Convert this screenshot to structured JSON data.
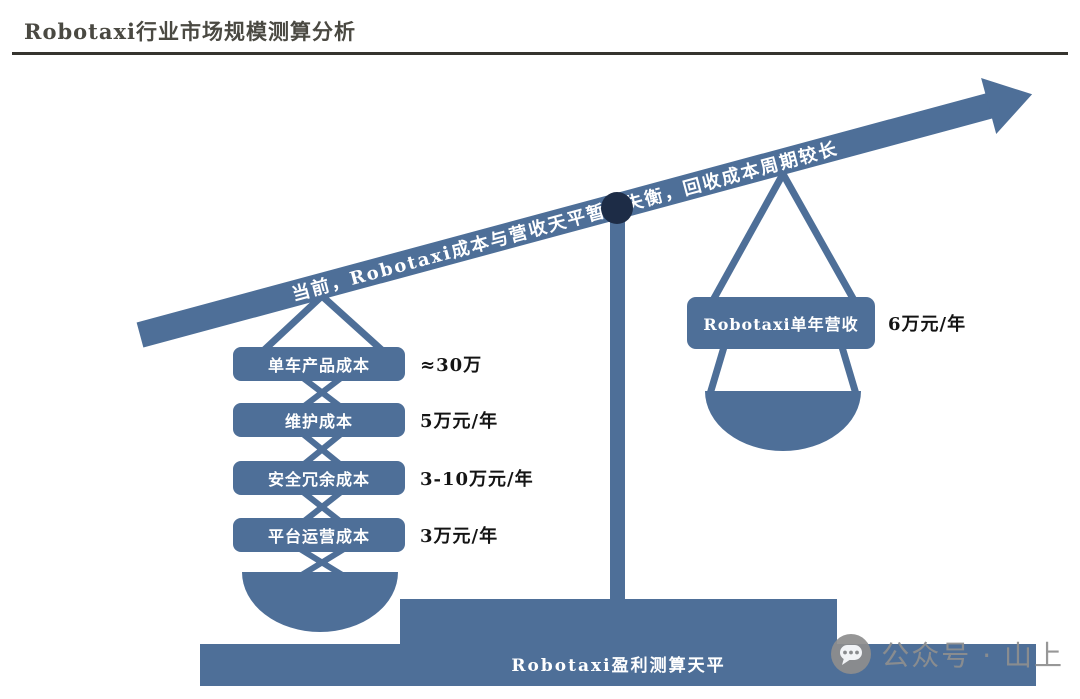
{
  "title": "Robotaxi行业市场规模测算分析",
  "beam": {
    "label": "当前，Robotaxi成本与营收天平暂时失衡，回收成本周期较长"
  },
  "left_pan": {
    "items": [
      {
        "label": "单车产品成本",
        "value": "≈30万"
      },
      {
        "label": "维护成本",
        "value": "5万元/年"
      },
      {
        "label": "安全冗余成本",
        "value": "3-10万元/年"
      },
      {
        "label": "平台运营成本",
        "value": "3万元/年"
      }
    ]
  },
  "right_pan": {
    "label": "Robotaxi单年营收",
    "value": "6万元/年"
  },
  "base": {
    "label": "Robotaxi盈利测算天平"
  },
  "watermark": {
    "text": "公众号 · 山上",
    "icon": "chat-bubble-icon"
  },
  "colors": {
    "primary": "#4e6f98",
    "pivot": "#1d2c46",
    "title": "#4a4942",
    "watermark": "#8f8f8f"
  }
}
